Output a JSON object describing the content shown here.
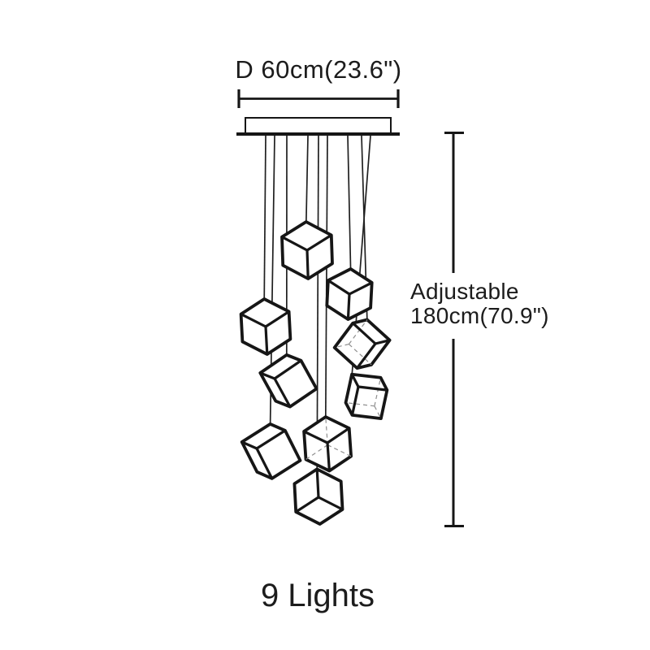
{
  "labels": {
    "diameter": "D 60cm(23.6\")",
    "adjustable_line1": "Adjustable",
    "adjustable_line2": "180cm(70.9\")",
    "lights": "9 Lights"
  },
  "colors": {
    "line": "#161616",
    "text": "#1c1c1c",
    "background": "#ffffff",
    "hidden_edge": "#8f8f8f"
  }
}
